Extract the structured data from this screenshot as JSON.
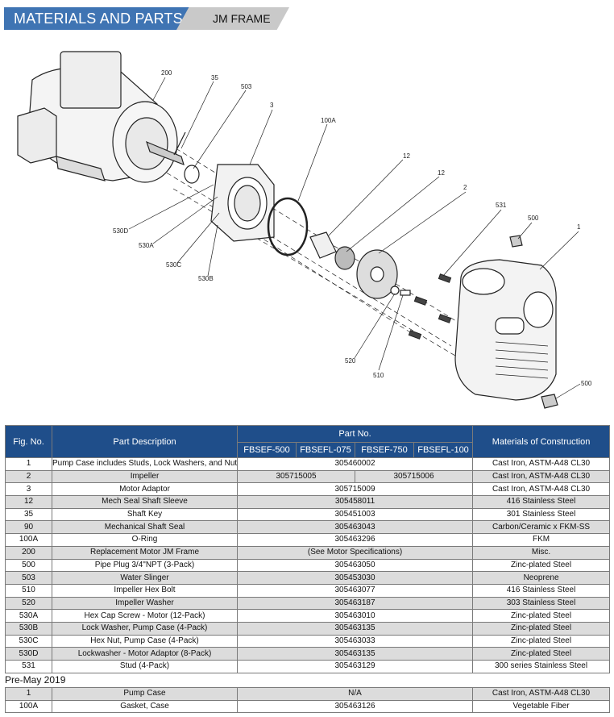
{
  "header": {
    "section_title": "MATERIALS AND PARTS",
    "subtitle": "JM FRAME"
  },
  "diagram": {
    "callouts": [
      "200",
      "35",
      "503",
      "3",
      "100A",
      "12",
      "12",
      "2",
      "531",
      "500",
      "1",
      "500",
      "530D",
      "530A",
      "530C",
      "530B",
      "520",
      "510"
    ]
  },
  "table": {
    "headers": {
      "fig_no": "Fig. No.",
      "part_description": "Part Description",
      "part_no": "Part No.",
      "models": [
        "FBSEF-500",
        "FBSEFL-075",
        "FBSEF-750",
        "FBSEFL-100"
      ],
      "materials": "Materials of Construction"
    },
    "rows": [
      {
        "fig": "1",
        "desc": "Pump Case includes Studs, Lock Washers, and Nuts",
        "part": "305460002",
        "material": "Cast Iron, ASTM-A48 CL30"
      },
      {
        "fig": "2",
        "desc": "Impeller",
        "part_a": "305715005",
        "part_b": "305715006",
        "material": "Cast Iron, ASTM-A48 CL30"
      },
      {
        "fig": "3",
        "desc": "Motor Adaptor",
        "part": "305715009",
        "material": "Cast Iron, ASTM-A48 CL30"
      },
      {
        "fig": "12",
        "desc": "Mech Seal Shaft Sleeve",
        "part": "305458011",
        "material": "416 Stainless Steel"
      },
      {
        "fig": "35",
        "desc": "Shaft Key",
        "part": "305451003",
        "material": "301 Stainless Steel"
      },
      {
        "fig": "90",
        "desc": "Mechanical Shaft Seal",
        "part": "305463043",
        "material": "Carbon/Ceramic x FKM-SS"
      },
      {
        "fig": "100A",
        "desc": "O-Ring",
        "part": "305463296",
        "material": "FKM"
      },
      {
        "fig": "200",
        "desc": "Replacement Motor JM Frame",
        "part": "(See Motor Specifications)",
        "material": "Misc."
      },
      {
        "fig": "500",
        "desc": "Pipe Plug 3/4\"NPT (3-Pack)",
        "part": "305463050",
        "material": "Zinc-plated Steel"
      },
      {
        "fig": "503",
        "desc": "Water Slinger",
        "part": "305453030",
        "material": "Neoprene"
      },
      {
        "fig": "510",
        "desc": "Impeller Hex Bolt",
        "part": "305463077",
        "material": "416 Stainless Steel"
      },
      {
        "fig": "520",
        "desc": "Impeller Washer",
        "part": "305463187",
        "material": "303 Stainless Steel"
      },
      {
        "fig": "530A",
        "desc": "Hex Cap Screw - Motor (12-Pack)",
        "part": "305463010",
        "material": "Zinc-plated Steel"
      },
      {
        "fig": "530B",
        "desc": "Lock Washer, Pump Case (4-Pack)",
        "part": "305463135",
        "material": "Zinc-plated Steel"
      },
      {
        "fig": "530C",
        "desc": "Hex Nut, Pump Case (4-Pack)",
        "part": "305463033",
        "material": "Zinc-plated Steel"
      },
      {
        "fig": "530D",
        "desc": "Lockwasher - Motor Adaptor (8-Pack)",
        "part": "305463135",
        "material": "Zinc-plated Steel"
      },
      {
        "fig": "531",
        "desc": "Stud (4-Pack)",
        "part": "305463129",
        "material": "300 series Stainless Steel"
      }
    ]
  },
  "pre_may": {
    "title": "Pre-May 2019",
    "rows": [
      {
        "fig": "1",
        "desc": "Pump Case",
        "part": "N/A",
        "material": "Cast Iron, ASTM-A48 CL30"
      },
      {
        "fig": "100A",
        "desc": "Gasket, Case",
        "part": "305463126",
        "material": "Vegetable Fiber"
      }
    ]
  }
}
